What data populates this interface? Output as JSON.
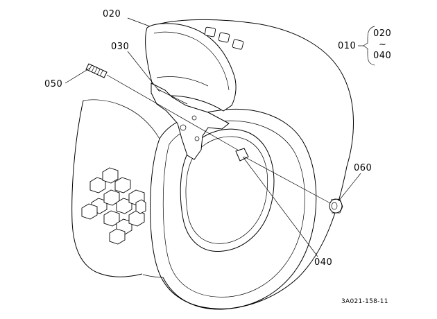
{
  "diagram": {
    "type": "exploded-parts-diagram",
    "callouts": {
      "tire": "020",
      "tube": "030",
      "valve": "040",
      "stud": "050",
      "nut": "060",
      "assembly": "010",
      "range_start": "020",
      "range_sep": "~",
      "range_end": "040"
    },
    "drawing_id": "3A021-158-11"
  }
}
